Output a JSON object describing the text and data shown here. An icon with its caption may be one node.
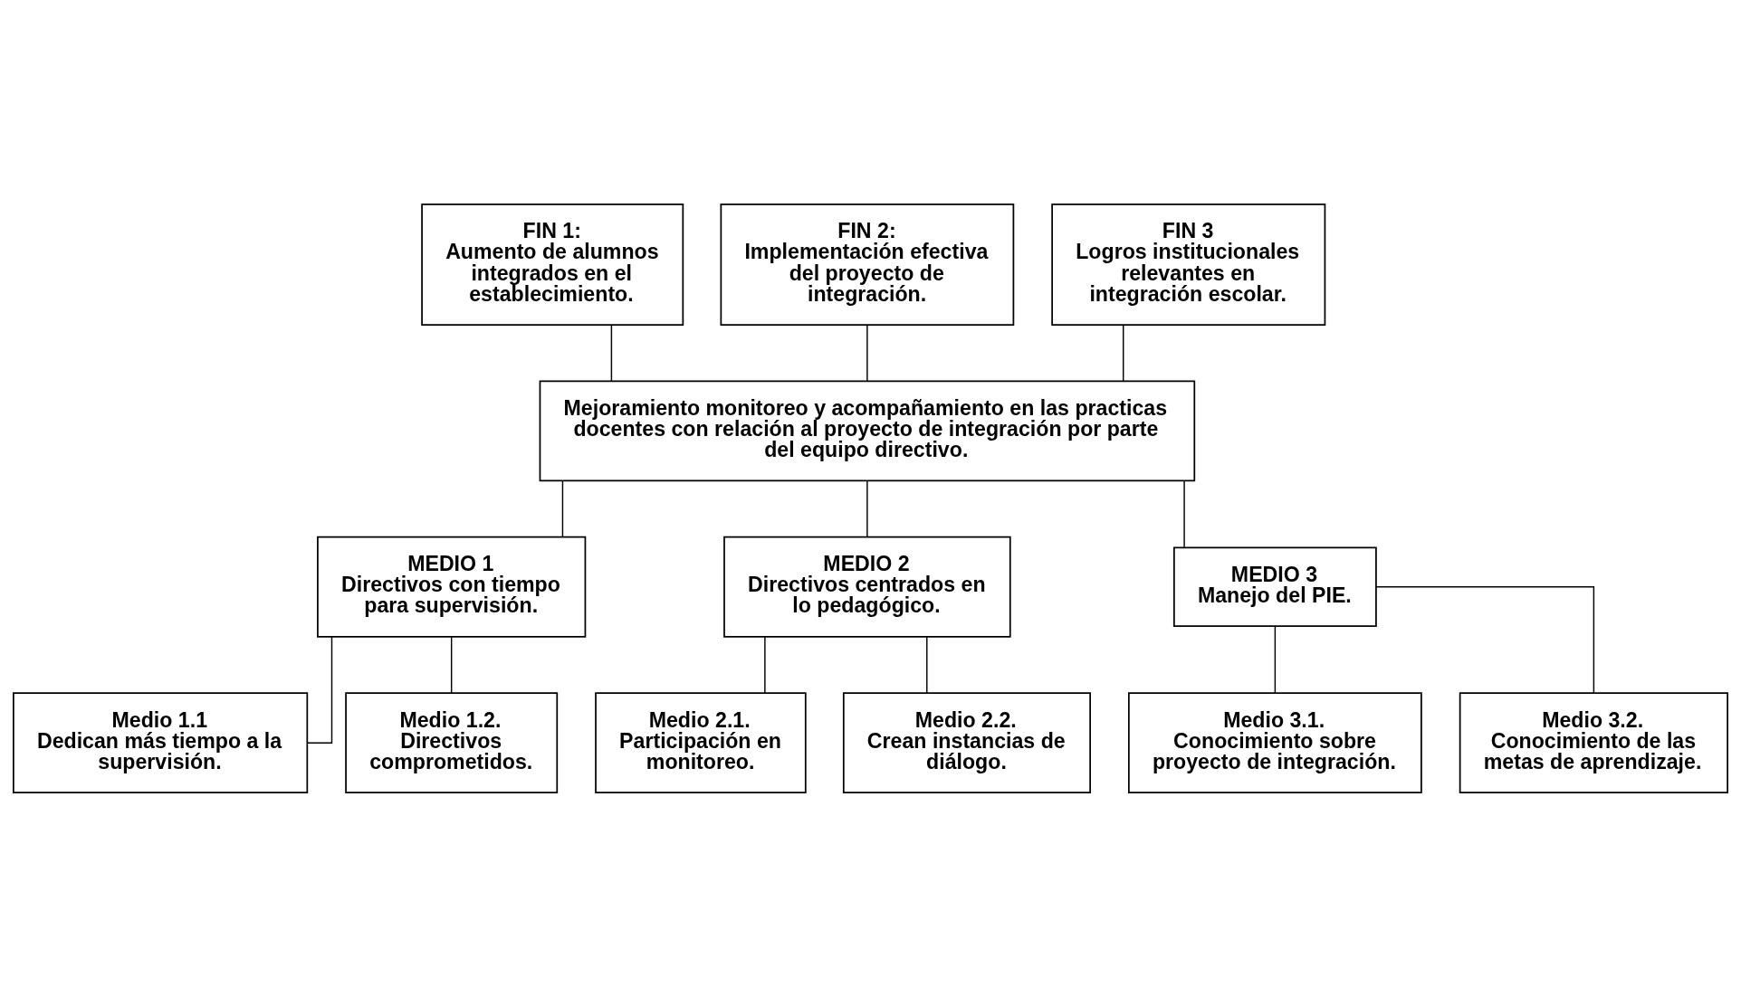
{
  "diagram": {
    "nodes": [
      {
        "text": [
          "FIN 1:",
          "Aumento de alumnos integrados en el establecimiento."
        ]
      },
      {
        "text": [
          "FIN 2:",
          "Implementación efectiva del proyecto de integración."
        ]
      },
      {
        "text": [
          "FIN 3",
          "Logros institucionales relevantes en integración escolar."
        ]
      },
      {
        "text": [
          "Mejoramiento monitoreo y acompañamiento en las practicas docentes con relación al proyecto de integración por parte del equipo directivo."
        ]
      },
      {
        "text": [
          "MEDIO 1",
          "Directivos con tiempo para supervisión."
        ]
      },
      {
        "text": [
          "MEDIO 2",
          "Directivos centrados en lo pedagógico."
        ]
      },
      {
        "text": [
          "MEDIO 3",
          "Manejo del PIE."
        ]
      },
      {
        "text": [
          "Medio 1.1",
          "Dedican más tiempo a la supervisión."
        ]
      },
      {
        "text": [
          "Medio 1.2.",
          "Directivos comprometidos."
        ]
      },
      {
        "text": [
          "Medio 2.1.",
          "Participación en monitoreo."
        ]
      },
      {
        "text": [
          "Medio 2.2.",
          "Crean instancias de diálogo."
        ]
      },
      {
        "text": [
          "Medio 3.1.",
          "Conocimiento sobre proyecto de integración."
        ]
      },
      {
        "text": [
          "Medio 3.2.",
          "Conocimiento de las metas de aprendizaje."
        ]
      }
    ],
    "edges": [
      {
        "from": 0,
        "to": 3,
        "arrow": "none"
      },
      {
        "from": 1,
        "to": 3,
        "arrow": "none"
      },
      {
        "from": 2,
        "to": 3,
        "arrow": "none"
      },
      {
        "from": 3,
        "to": 4,
        "arrow": "none"
      },
      {
        "from": 3,
        "to": 5,
        "arrow": "none"
      },
      {
        "from": 3,
        "to": 6,
        "arrow": "none"
      },
      {
        "from": 4,
        "to": 7,
        "arrow": "none"
      },
      {
        "from": 4,
        "to": 8,
        "arrow": "none"
      },
      {
        "from": 5,
        "to": 9,
        "arrow": "none"
      },
      {
        "from": 5,
        "to": 10,
        "arrow": "none"
      },
      {
        "from": 6,
        "to": 11,
        "arrow": "none"
      },
      {
        "from": 6,
        "to": 12,
        "arrow": "none"
      }
    ]
  }
}
